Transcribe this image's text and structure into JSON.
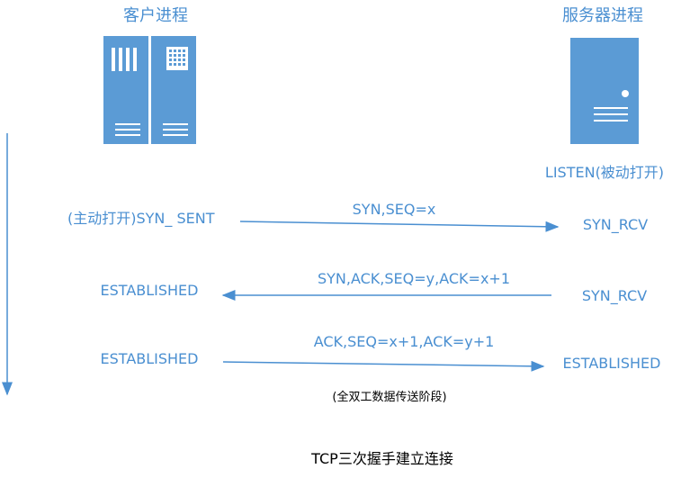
{
  "client_title": "客户进程",
  "server_title": "服务器进程",
  "server_listen_state": "LISTEN(被动打开)",
  "steps": [
    {
      "left_state": "(主动打开)SYN_ SENT",
      "right_state": "SYN_RCV",
      "message": "SYN,SEQ=x"
    },
    {
      "left_state": "ESTABLISHED",
      "right_state": "SYN_RCV",
      "message": "SYN,ACK,SEQ=y,ACK=x+1"
    },
    {
      "left_state": "ESTABLISHED",
      "right_state": "ESTABLISHED",
      "message": "ACK,SEQ=x+1,ACK=y+1"
    }
  ],
  "phase_note": "(全双工数据传送阶段)",
  "caption": "TCP三次握手建立连接",
  "colors": {
    "accent": "#4a8fd1",
    "server_fill": "#5b9bd5",
    "text": "#000000"
  },
  "icons": {
    "client": "client-server-cabinet-icon",
    "server": "server-tower-icon"
  }
}
